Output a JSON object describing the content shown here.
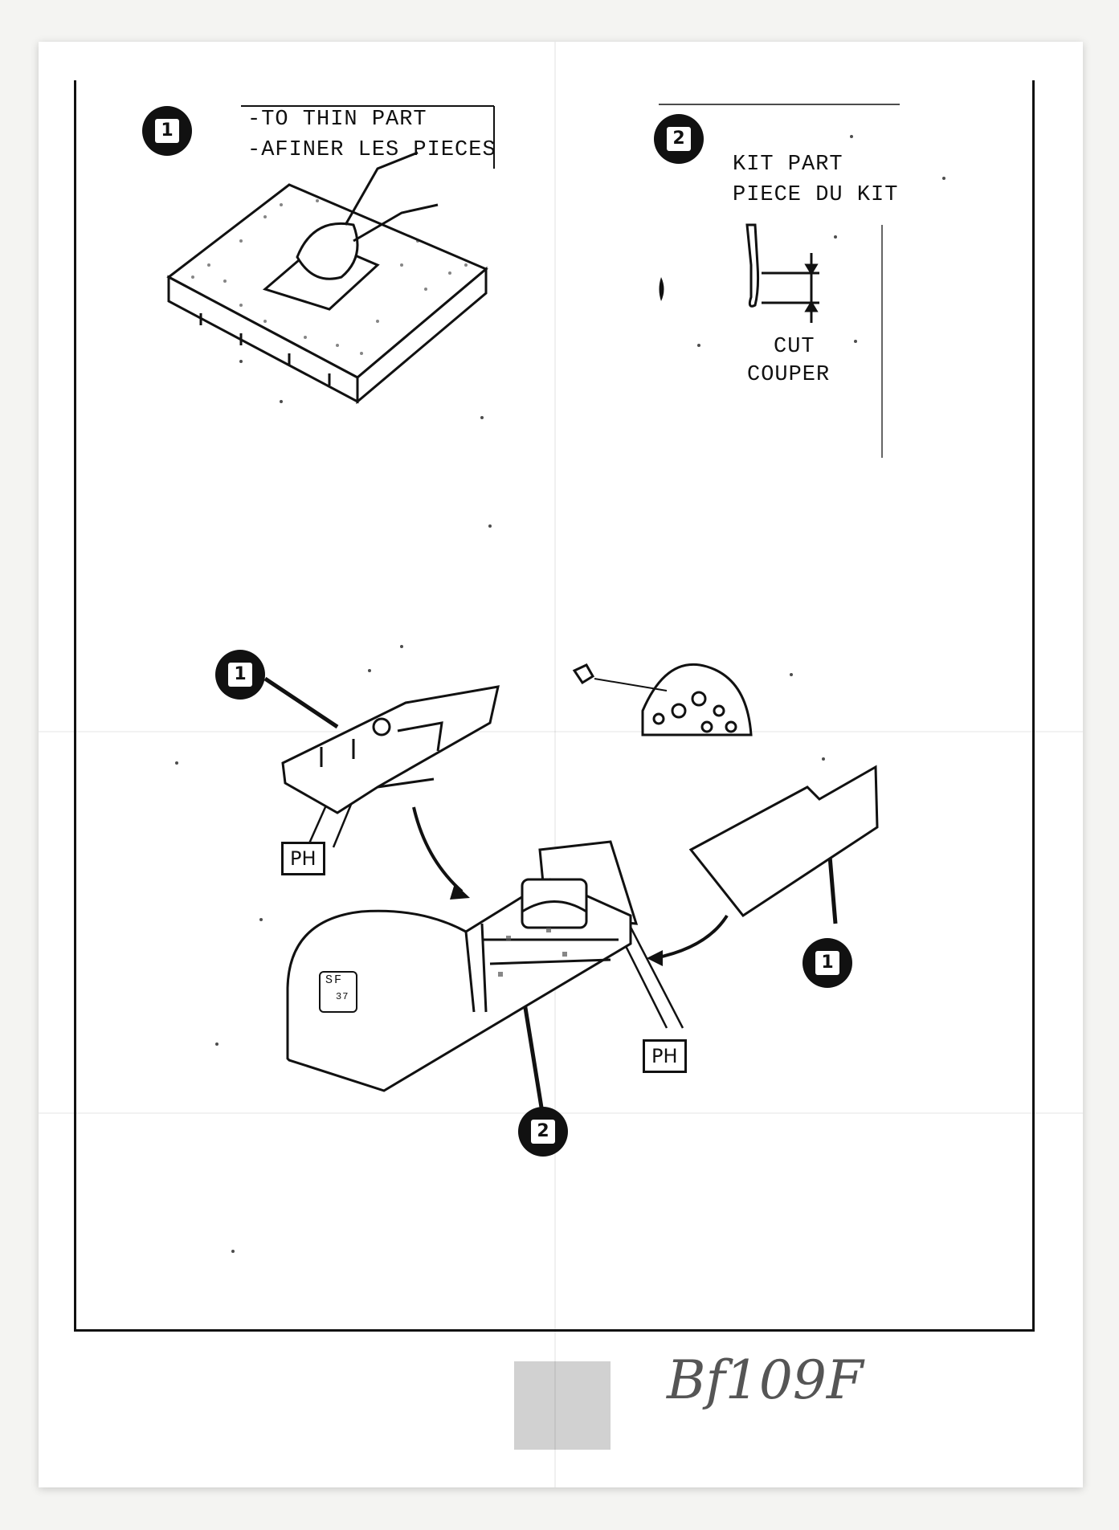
{
  "step1": {
    "number": "1",
    "line1": "-TO THIN PART",
    "line2": "-AFINER LES PIECES"
  },
  "step2": {
    "number": "2",
    "line1": "KIT PART",
    "line2": "PIECE DU KIT",
    "cut1": "CUT",
    "cut2": "COUPER"
  },
  "assembly": {
    "callout_top_left": "1",
    "callout_right": "1",
    "callout_bottom": "2",
    "ph_left": "PH",
    "ph_right": "PH",
    "seat_mark_line1": "SF",
    "seat_mark_line2": "37"
  },
  "handwriting": "Bf109F"
}
